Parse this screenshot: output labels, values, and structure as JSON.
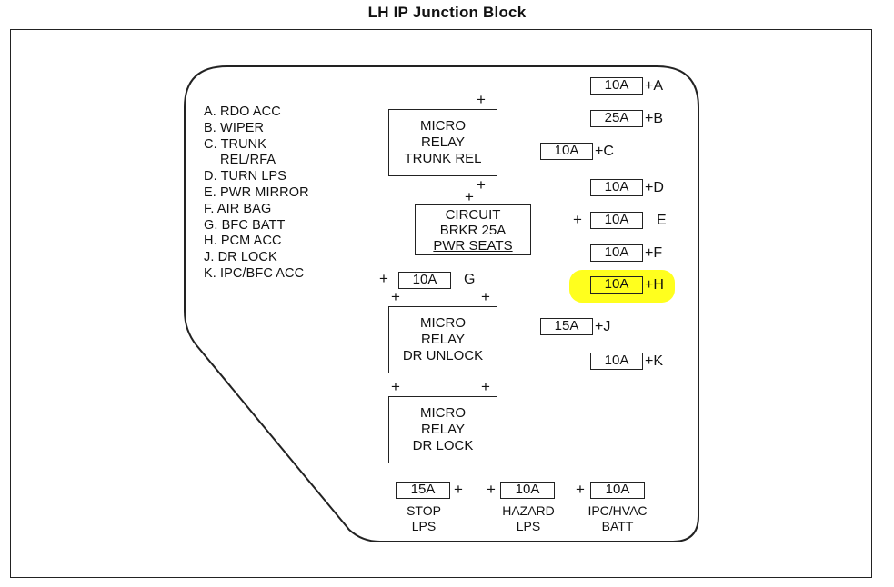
{
  "title": "LH IP Junction Block",
  "legend": [
    "A. RDO ACC",
    "B. WIPER",
    "C. TRUNK",
    "REL/RFA",
    "D. TURN LPS",
    "E. PWR MIRROR",
    "F. AIR BAG",
    "G. BFC BATT",
    "H. PCM ACC",
    "J. DR LOCK",
    "K. IPC/BFC ACC"
  ],
  "relays": {
    "trunk": [
      "MICRO",
      "RELAY",
      "TRUNK REL"
    ],
    "breaker": [
      "CIRCUIT",
      "BRKR 25A",
      "PWR SEATS"
    ],
    "dr_unlock": [
      "MICRO",
      "RELAY",
      "DR UNLOCK"
    ],
    "dr_lock": [
      "MICRO",
      "RELAY",
      "DR LOCK"
    ]
  },
  "fuses": {
    "A": {
      "rating": "10A",
      "label": "+A"
    },
    "B": {
      "rating": "25A",
      "label": "+B"
    },
    "C": {
      "rating": "10A",
      "label": "+C"
    },
    "D": {
      "rating": "10A",
      "label": "+D"
    },
    "E": {
      "rating": "10A",
      "label": "E"
    },
    "F": {
      "rating": "10A",
      "label": "+F"
    },
    "G": {
      "rating": "10A",
      "label": "G"
    },
    "H": {
      "rating": "10A",
      "label": "+H"
    },
    "J": {
      "rating": "15A",
      "label": "+J"
    },
    "K": {
      "rating": "10A",
      "label": "+K"
    },
    "stop": {
      "rating": "15A",
      "caption": [
        "STOP",
        "LPS"
      ]
    },
    "hazard": {
      "rating": "10A",
      "caption": [
        "HAZARD",
        "LPS"
      ]
    },
    "ipc": {
      "rating": "10A",
      "caption": [
        "IPC/HVAC",
        "BATT"
      ]
    }
  },
  "plus_sign": "+",
  "colors": {
    "highlight": "#ffff1e",
    "line": "#222222"
  }
}
